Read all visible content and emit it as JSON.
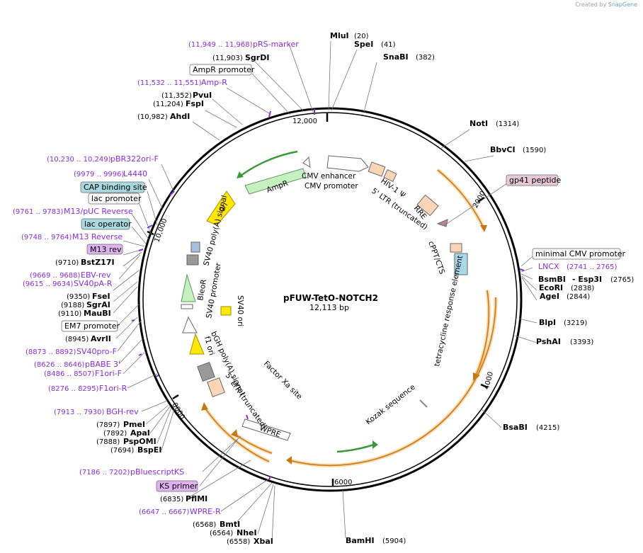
{
  "credit": {
    "prefix": "Created by",
    "brand": "SnapGene"
  },
  "plasmid": {
    "name": "pFUW-TetO-NOTCH2",
    "length": "12,113 bp",
    "total_bp": 12113
  },
  "ticks": [
    "2000",
    "4000",
    "6000",
    "8000",
    "10,000",
    "12,000"
  ],
  "right_labels": [
    {
      "name": "MluI",
      "pos": "(20)"
    },
    {
      "name": "SpeI",
      "pos": "(41)"
    },
    {
      "name": "SnaBI",
      "pos": "(382)"
    },
    {
      "name": "NotI",
      "pos": "(1314)"
    },
    {
      "name": "BbvCI",
      "pos": "(1590)"
    },
    {
      "name": "gp41 peptide",
      "pos": ""
    },
    {
      "name": "minimal CMV promoter",
      "pos": ""
    },
    {
      "name": "LNCX",
      "pos": "(2741 .. 2765)"
    },
    {
      "name": "BsmBI",
      "pos": ""
    },
    {
      "name": "- Esp3I",
      "pos": "(2765)"
    },
    {
      "name": "EcoRI",
      "pos": "(2838)"
    },
    {
      "name": "AgeI",
      "pos": "(2844)"
    },
    {
      "name": "BlpI",
      "pos": "(3219)"
    },
    {
      "name": "PshAI",
      "pos": "(3393)"
    },
    {
      "name": "BsaBI",
      "pos": "(4215)"
    },
    {
      "name": "BamHI",
      "pos": "(5904)"
    }
  ],
  "left_labels": [
    {
      "pos": "(11,949 .. 11,968)",
      "name": "pRS-marker"
    },
    {
      "pos": "(11,903)",
      "name": "SgrDI"
    },
    {
      "pos": "",
      "name": "AmpR promoter"
    },
    {
      "pos": "(11,532 .. 11,551)",
      "name": "Amp-R"
    },
    {
      "pos": "(11,352)",
      "name": "PvuI"
    },
    {
      "pos": "(11,204)",
      "name": "FspI"
    },
    {
      "pos": "(10,982)",
      "name": "AhdI"
    },
    {
      "pos": "(10,230 .. 10,249)",
      "name": "pBR322ori-F"
    },
    {
      "pos": "(9979 .. 9996)",
      "name": "L4440"
    },
    {
      "pos": "",
      "name": "CAP binding site"
    },
    {
      "pos": "",
      "name": "lac promoter"
    },
    {
      "pos": "(9761 .. 9783)",
      "name": "M13/pUC Reverse"
    },
    {
      "pos": "",
      "name": "lac operator"
    },
    {
      "pos": "(9748 .. 9764)",
      "name": "M13 Reverse"
    },
    {
      "pos": "",
      "name": "M13 rev"
    },
    {
      "pos": "(9710)",
      "name": "BstZ17I"
    },
    {
      "pos": "(9669 .. 9688)",
      "name": "EBV-rev"
    },
    {
      "pos": "(9615 .. 9634)",
      "name": "SV40pA-R"
    },
    {
      "pos": "(9350)",
      "name": "FseI"
    },
    {
      "pos": "(9188)",
      "name": "SgrAI"
    },
    {
      "pos": "(9110)",
      "name": "MauBI"
    },
    {
      "pos": "",
      "name": "EM7 promoter"
    },
    {
      "pos": "(8945)",
      "name": "AvrII"
    },
    {
      "pos": "(8873 .. 8892)",
      "name": "SV40pro-F"
    },
    {
      "pos": "(8626 .. 8646)",
      "name": "pBABE 3'"
    },
    {
      "pos": "(8486 .. 8507)",
      "name": "F1ori-F"
    },
    {
      "pos": "(8276 .. 8295)",
      "name": "F1ori-R"
    },
    {
      "pos": "(7913 .. 7930)",
      "name": "BGH-rev"
    },
    {
      "pos": "(7897)",
      "name": "PmeI"
    },
    {
      "pos": "(7892)",
      "name": "ApaI"
    },
    {
      "pos": "(7888)",
      "name": "PspOMI"
    },
    {
      "pos": "(7694)",
      "name": "BspEI"
    },
    {
      "pos": "(7186 .. 7202)",
      "name": "pBluescriptKS"
    },
    {
      "pos": "",
      "name": "KS primer"
    },
    {
      "pos": "(6835)",
      "name": "PflMI"
    },
    {
      "pos": "(6647 .. 6667)",
      "name": "WPRE-R"
    },
    {
      "pos": "(6568)",
      "name": "BmtI"
    },
    {
      "pos": "(6564)",
      "name": "NheI"
    },
    {
      "pos": "(6558)",
      "name": "XbaI"
    }
  ],
  "features": [
    "CMV enhancer",
    "CMV promoter",
    "HIV-1 Ψ",
    "5' LTR (truncated)",
    "RRE",
    "cPPT/CTS",
    "tetracycline response element",
    "Kozak sequence",
    "WPRE",
    "5' LTR (truncated)",
    "Factor Xa site",
    "bGH poly(A) signal",
    "f1 ori",
    "SV40 ori",
    "SV40 promoter",
    "BleoR",
    "SV40 poly(A) signal",
    "ori",
    "AmpR"
  ],
  "colors": {
    "enzyme": "#000000",
    "primer": "#8a2be2",
    "orf": "#f0a030",
    "promoter": "#ffffff",
    "cds_green": "#c6f0c0",
    "origin": "#ffe800",
    "ltr": "#fbd5b5",
    "polyA": "#999999"
  }
}
